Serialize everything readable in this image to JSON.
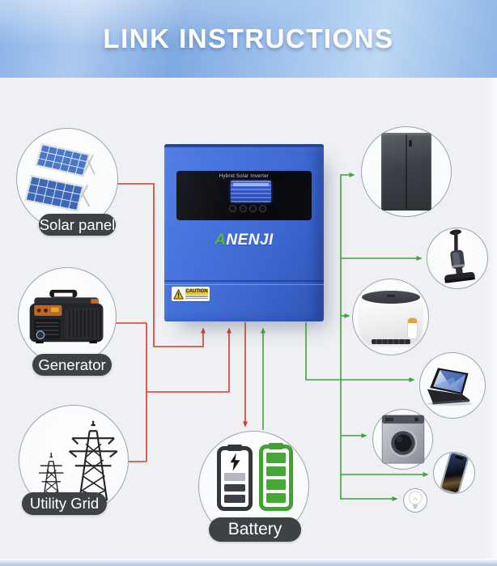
{
  "header": {
    "title": "LINK INSTRUCTIONS"
  },
  "inverter": {
    "brand": "ANENJI",
    "screen_title": "Hybrid Solar Inverter",
    "caution": "CAUTION",
    "description": "hybrid solar inverter with LCD display and four touch buttons"
  },
  "sources": [
    {
      "id": "solar-panel",
      "label": "Solar panel",
      "icon": "solar-panel-icon"
    },
    {
      "id": "generator",
      "label": "Generator",
      "icon": "generator-icon"
    },
    {
      "id": "utility-grid",
      "label": "Utility Grid",
      "icon": "transmission-towers-icon"
    }
  ],
  "battery": {
    "label": "Battery",
    "icons": [
      "discharging-battery-icon",
      "full-green-battery-icon"
    ]
  },
  "loads": [
    {
      "id": "refrigerator",
      "icon": "refrigerator-icon"
    },
    {
      "id": "vacuum-cleaner",
      "icon": "vacuum-cleaner-icon"
    },
    {
      "id": "air-fryer",
      "icon": "air-fryer-icon"
    },
    {
      "id": "laptop",
      "icon": "laptop-icon"
    },
    {
      "id": "washing-machine",
      "icon": "washing-machine-icon"
    },
    {
      "id": "smartphone",
      "icon": "smartphone-icon"
    },
    {
      "id": "light-bulb",
      "icon": "light-bulb-icon"
    }
  ],
  "connections": [
    {
      "from": "solar-panel",
      "to": "inverter",
      "type": "input",
      "color": "#d53a2e"
    },
    {
      "from": "generator",
      "to": "inverter",
      "type": "input",
      "color": "#d53a2e"
    },
    {
      "from": "utility-grid",
      "to": "inverter",
      "type": "input",
      "color": "#d53a2e"
    },
    {
      "from": "inverter",
      "to": "battery",
      "type": "charge",
      "color": "#d53a2e"
    },
    {
      "from": "battery",
      "to": "inverter",
      "type": "discharge",
      "color": "#3fa23a"
    },
    {
      "from": "inverter",
      "to": "loads",
      "type": "output",
      "color": "#3fa23a"
    }
  ],
  "colors": {
    "input_line": "#d53a2e",
    "output_line": "#3fa23a",
    "background": "#eef0f3",
    "label_pill": "#3e4145",
    "header_blue": "#8ab4e8",
    "inverter_blue": "#4471d9"
  }
}
